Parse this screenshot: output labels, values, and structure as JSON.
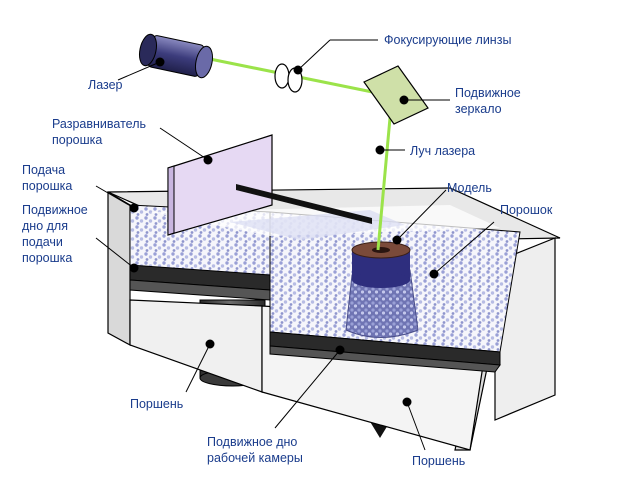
{
  "diagram": {
    "labels": {
      "laser": "Лазер",
      "focusing_lenses": "Фокусирующие линзы",
      "movable_mirror_line1": "Подвижное",
      "movable_mirror_line2": "зеркало",
      "leveler_line1": "Разравниватель",
      "leveler_line2": "порошка",
      "laser_beam": "Луч лазера",
      "powder_feed_line1": "Подача",
      "powder_feed_line2": "порошка",
      "model": "Модель",
      "powder": "Порошок",
      "feed_bottom_line1": "Подвижное",
      "feed_bottom_line2": "дно для",
      "feed_bottom_line3": "подачи",
      "feed_bottom_line4": "порошка",
      "piston_left": "Поршень",
      "chamber_bottom_line1": "Подвижное дно",
      "chamber_bottom_line2": "рабочей камеры",
      "piston_right": "Поршень"
    },
    "colors": {
      "label_text": "#1a3c8c",
      "beam": "#9be34a",
      "laser_body": "#4a4a8a",
      "mirror": "#cfe0a8",
      "leveler": "#e6d9f3",
      "model": "#7a4a3a",
      "powder_dots": "#8f95cc",
      "frame_fill": "#f2f2f2",
      "outline": "#000000"
    }
  }
}
